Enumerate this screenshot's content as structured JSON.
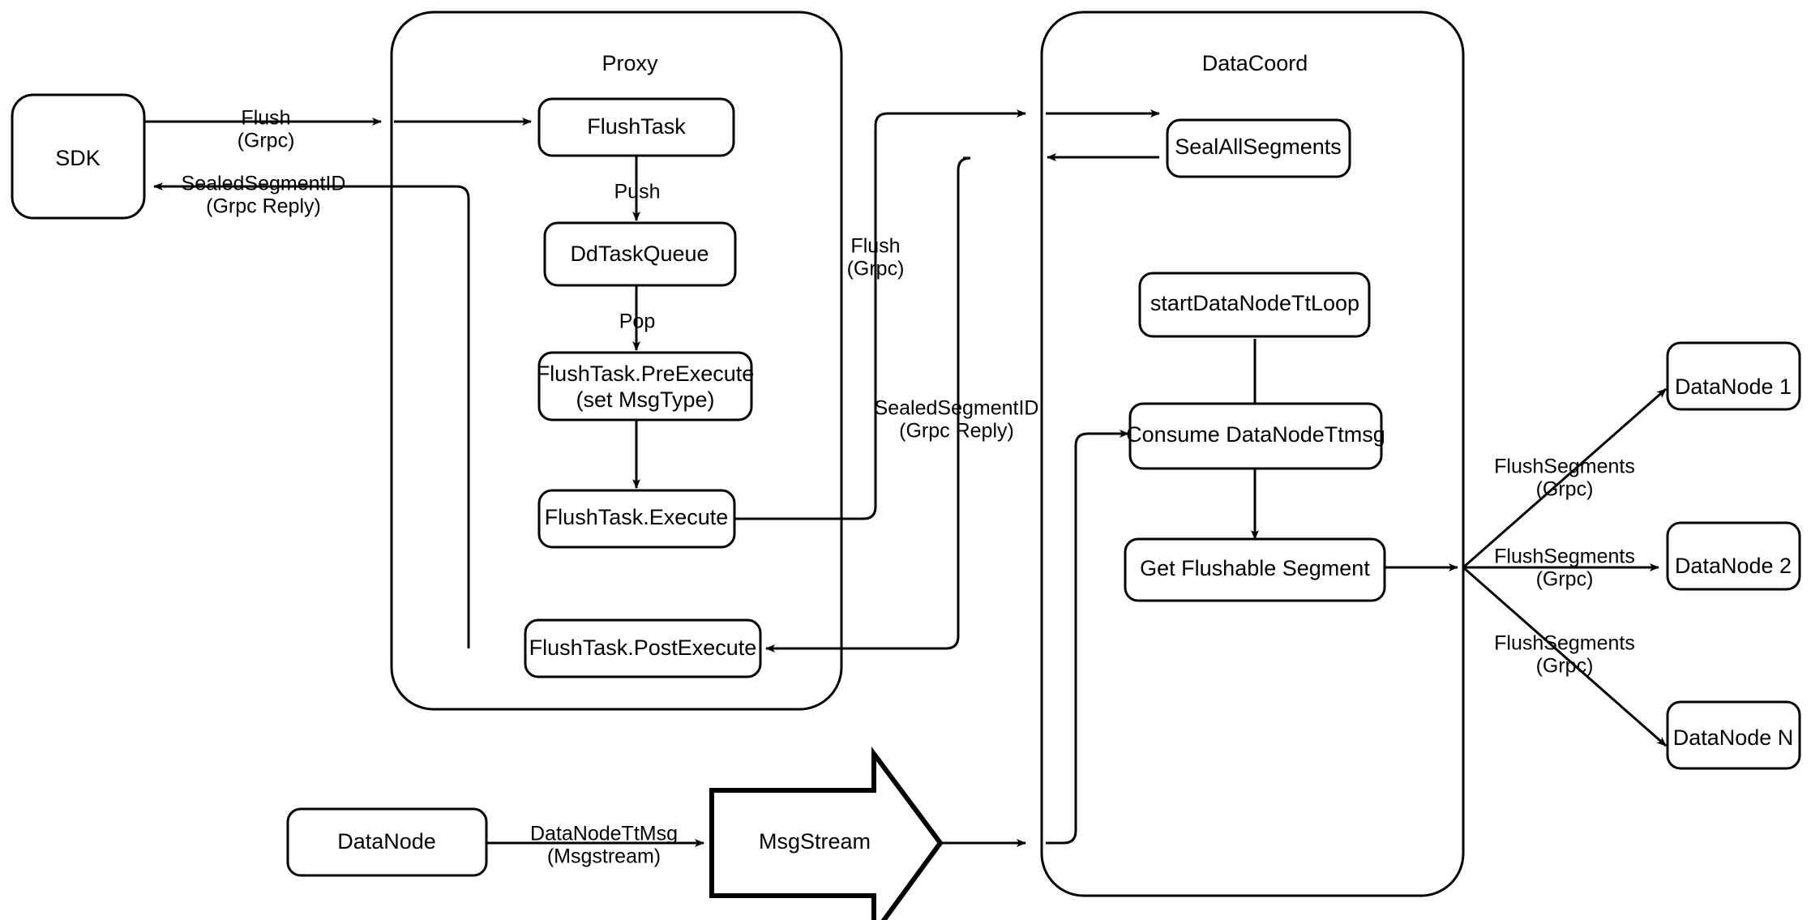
{
  "diagram": {
    "title": "Milvus Flush Sequence Architecture",
    "type": "flowchart",
    "background_color": "#ffffff",
    "stroke_color": "#000000",
    "node_fill": "#ffffff"
  },
  "containers": [
    {
      "id": "proxy",
      "title": "Proxy"
    },
    {
      "id": "datacoord",
      "title": "DataCoord"
    }
  ],
  "nodes": {
    "sdk": {
      "label": "SDK"
    },
    "flush_task": {
      "label": "FlushTask"
    },
    "dd_task_queue": {
      "label": "DdTaskQueue"
    },
    "pre_execute_line1": {
      "label": "FlushTask.PreExecute"
    },
    "pre_execute_line2": {
      "label": "(set MsgType)"
    },
    "execute": {
      "label": "FlushTask.Execute"
    },
    "post_execute": {
      "label": "FlushTask.PostExecute"
    },
    "seal_all_segments": {
      "label": "SealAllSegments"
    },
    "start_datanode_ttloop": {
      "label": "startDataNodeTtLoop"
    },
    "consume_datanode_ttmsg": {
      "label": "Consume DataNodeTtmsg"
    },
    "get_flushable_segment": {
      "label": "Get Flushable Segment"
    },
    "datanode_1": {
      "label": "DataNode 1"
    },
    "datanode_2": {
      "label": "DataNode 2"
    },
    "datanode_n": {
      "label": "DataNode N"
    },
    "datanode_source": {
      "label": "DataNode"
    },
    "msgstream": {
      "label": "MsgStream"
    }
  },
  "edge_labels": {
    "sdk_to_proxy_line1": "Flush",
    "sdk_to_proxy_line2": "(Grpc)",
    "proxy_to_sdk_line1": "SealedSegmentID",
    "proxy_to_sdk_line2": "(Grpc Reply)",
    "push": "Push",
    "pop": "Pop",
    "proxy_to_coord_line1": "Flush",
    "proxy_to_coord_line2": "(Grpc)",
    "coord_to_proxy_line1": "SealedSegmentID",
    "coord_to_proxy_line2": "(Grpc Reply)",
    "datanode_ttmsg_line1": "DataNodeTtMsg",
    "datanode_ttmsg_line2": "(Msgstream)",
    "flush_segments_1_line1": "FlushSegments",
    "flush_segments_1_line2": "(Grpc)",
    "flush_segments_2_line1": "FlushSegments",
    "flush_segments_2_line2": "(Grpc)",
    "flush_segments_n_line1": "FlushSegments",
    "flush_segments_n_line2": "(Grpc)"
  }
}
